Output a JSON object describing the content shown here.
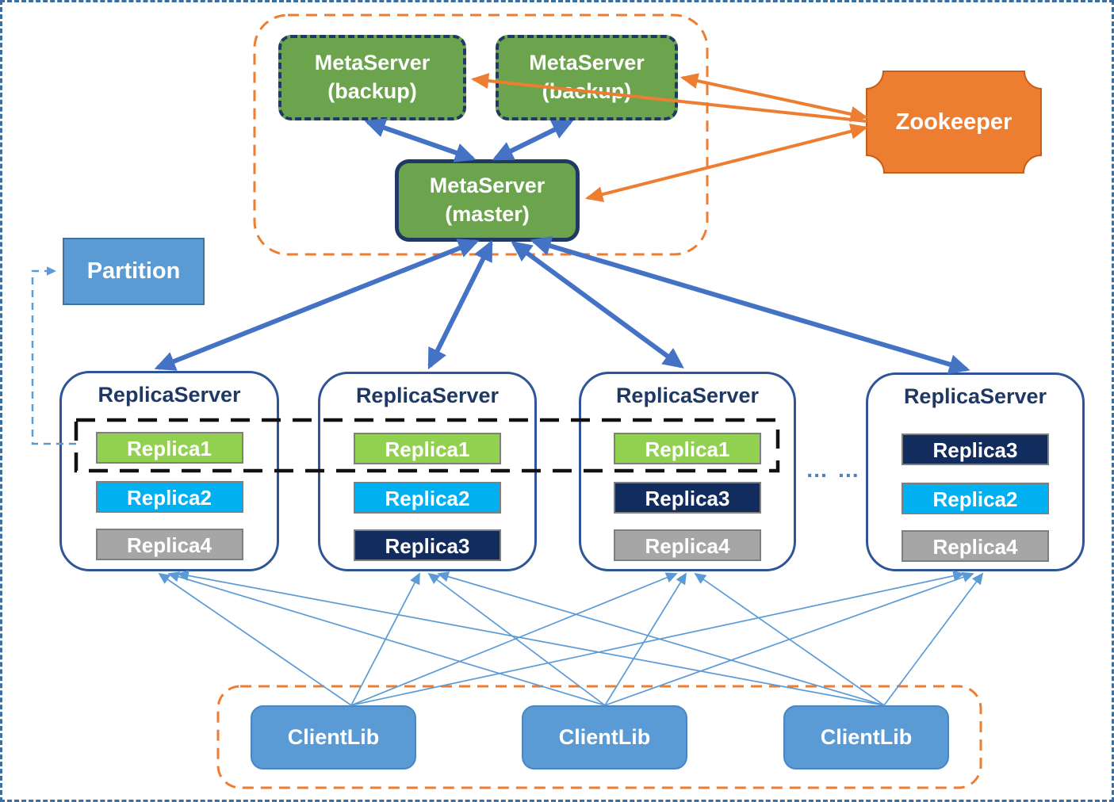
{
  "meta_group": {
    "backup1": {
      "line1": "MetaServer",
      "line2": "(backup)"
    },
    "backup2": {
      "line1": "MetaServer",
      "line2": "(backup)"
    },
    "master": {
      "line1": "MetaServer",
      "line2": "(master)"
    }
  },
  "zookeeper": {
    "label": "Zookeeper"
  },
  "partition": {
    "label": "Partition"
  },
  "replica_servers": [
    {
      "title": "ReplicaServer",
      "replicas": [
        {
          "label": "Replica1",
          "color": "#92D050"
        },
        {
          "label": "Replica2",
          "color": "#00B0F0"
        },
        {
          "label": "Replica4",
          "color": "#A6A6A6"
        }
      ]
    },
    {
      "title": "ReplicaServer",
      "replicas": [
        {
          "label": "Replica1",
          "color": "#92D050"
        },
        {
          "label": "Replica2",
          "color": "#00B0F0"
        },
        {
          "label": "Replica3",
          "color": "#132C5E"
        }
      ]
    },
    {
      "title": "ReplicaServer",
      "replicas": [
        {
          "label": "Replica1",
          "color": "#92D050"
        },
        {
          "label": "Replica3",
          "color": "#132C5E"
        },
        {
          "label": "Replica4",
          "color": "#A6A6A6"
        }
      ]
    },
    {
      "title": "ReplicaServer",
      "replicas": [
        {
          "label": "Replica3",
          "color": "#132C5E"
        },
        {
          "label": "Replica2",
          "color": "#00B0F0"
        },
        {
          "label": "Replica4",
          "color": "#A6A6A6"
        }
      ]
    }
  ],
  "ellipsis": "… …",
  "clients": [
    {
      "label": "ClientLib"
    },
    {
      "label": "ClientLib"
    },
    {
      "label": "ClientLib"
    }
  ],
  "colors": {
    "green": "#6BA44D",
    "navy": "#1F3864",
    "orange": "#ED7D31",
    "orange_border": "#C55F1A",
    "blue_box": "#5B9BD5",
    "thick_arrow": "#4472C4",
    "thin_arrow": "#5B9BD5",
    "rs_border": "#2F5597",
    "chip_border": "#7F7F7F",
    "page_border": "#3D6E9E",
    "dashed_group_black": "#111111"
  }
}
